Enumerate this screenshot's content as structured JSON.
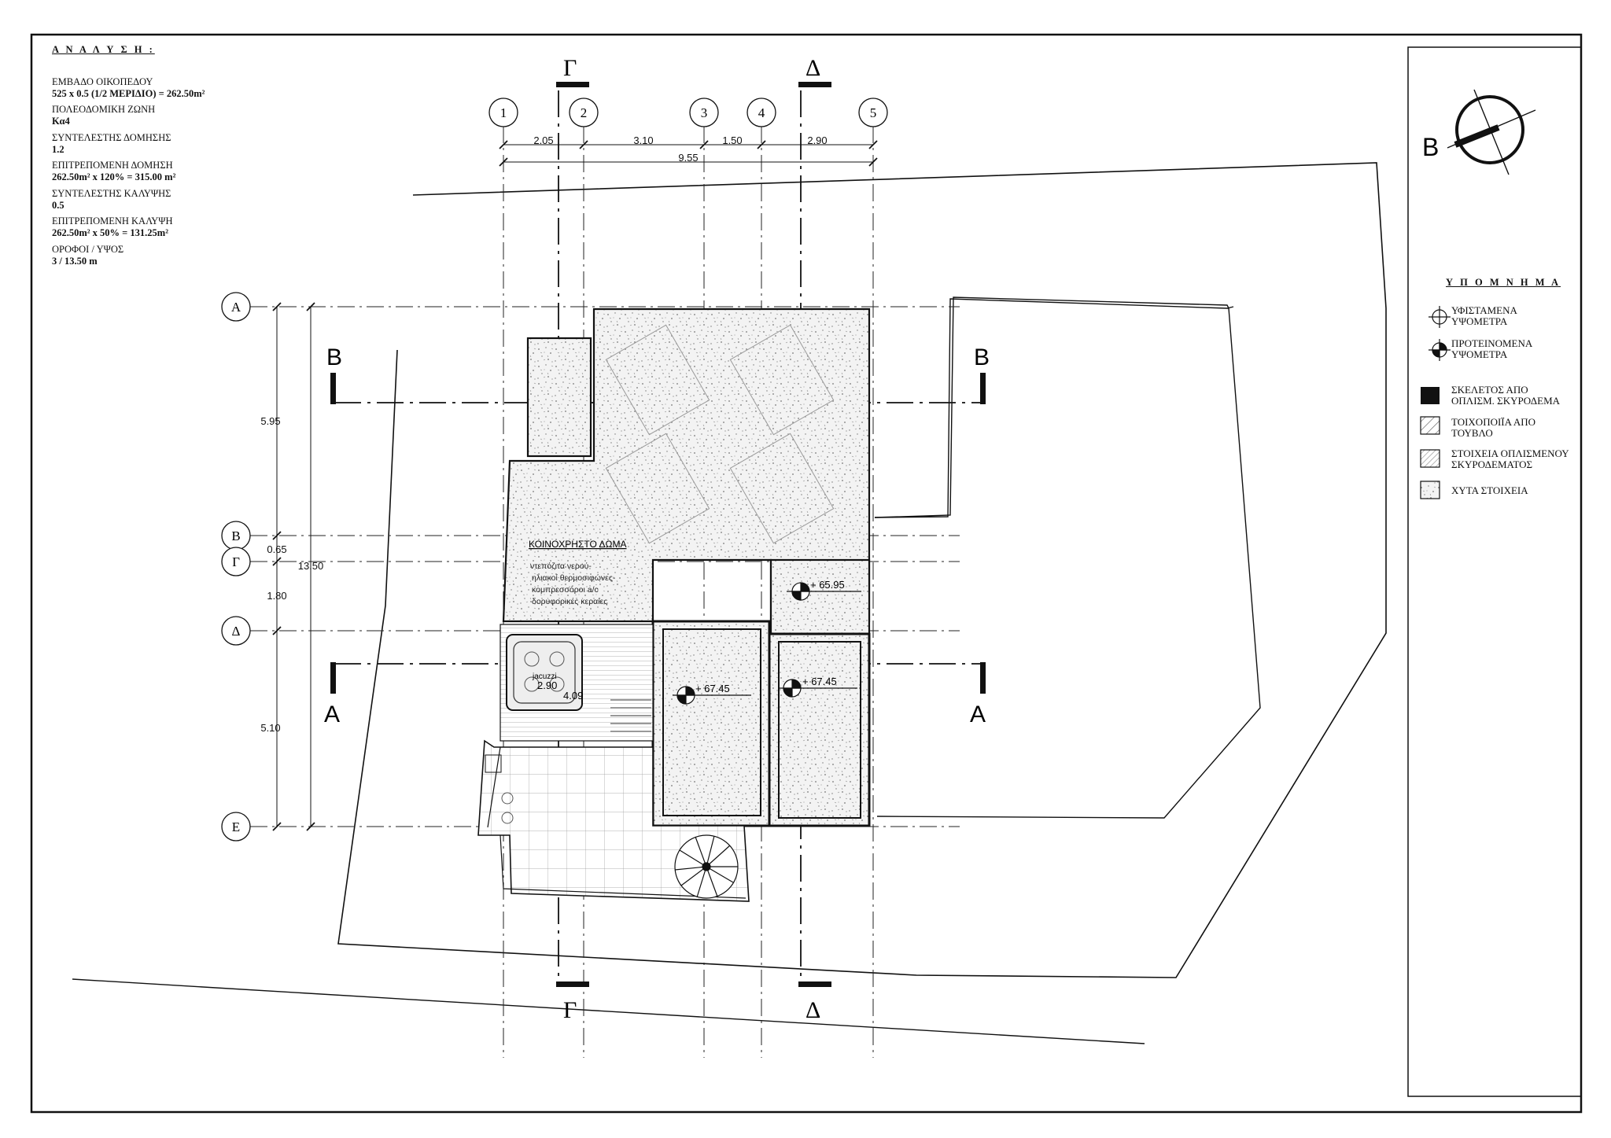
{
  "analysis": {
    "title": "Α Ν Α Λ Υ Σ Η :",
    "items": [
      {
        "label": "ΕΜΒΑΔΟ  ΟΙΚΟΠΕΔΟΥ",
        "value": "525 x 0.5 (1/2 ΜΕΡΙΔΙΟ) = 262.50m²"
      },
      {
        "label": "ΠΟΛΕΟΔΟΜΙΚΗ ΖΩΝΗ",
        "value": "Κα4"
      },
      {
        "label": "ΣΥΝΤΕΛΕΣΤΗΣ ΔΟΜΗΣΗΣ",
        "value": "1.2"
      },
      {
        "label": "ΕΠΙΤΡΕΠΟΜΕΝΗ ΔΟΜΗΣΗ",
        "value": "262.50m² x 120% = 315.00 m²"
      },
      {
        "label": "ΣΥΝΤΕΛΕΣΤΗΣ ΚΑΛΥΨΗΣ",
        "value": "0.5"
      },
      {
        "label": "ΕΠΙΤΡΕΠΟΜΕΝΗ  ΚΑΛΥΨΗ",
        "value": "262.50m² x 50% = 131.25m²"
      },
      {
        "label": "ΟΡΟΦΟΙ / ΥΨΟΣ",
        "value": "3 / 13.50 m"
      }
    ]
  },
  "grid": {
    "columns": [
      "1",
      "2",
      "3",
      "4",
      "5"
    ],
    "rows": [
      "Α",
      "Β",
      "Γ",
      "Δ",
      "Ε"
    ],
    "column_spacings": [
      "2.05",
      "3.10",
      "1.50",
      "2.90"
    ],
    "column_total": "9.55",
    "row_spacings": [
      "5.95",
      "0.65",
      "1.80",
      "5.10"
    ],
    "row_total": "13.50"
  },
  "sections": {
    "vertical_left": "Γ",
    "vertical_right": "Δ",
    "horizontal_top": "Β",
    "horizontal_bottom": "Α"
  },
  "compass": {
    "label": "Β"
  },
  "plan": {
    "roof_title": "ΚΟΙΝΟΧΡΗΣΤΟ ΔΩΜΑ",
    "roof_notes": [
      "ντεπόζιτα νερού-",
      "ηλιακοί θερμοσιφώνες-",
      "κομπρεσσόροι a/c",
      "δορυφορικές κεραίες"
    ],
    "jacuzzi_label": "jacuzzi",
    "dimension_a": "2.90",
    "dimension_b": "4.09",
    "levels": [
      "+ 65.95",
      "+ 67.45",
      "+ 67.45"
    ]
  },
  "legend": {
    "title": "Υ Π Ο Μ Ν Η Μ Α",
    "items": [
      {
        "icon": "existing-level-icon",
        "lines": [
          "ΥΦΙΣΤΑΜΕΝΑ",
          "ΥΨΟΜΕΤΡΑ"
        ]
      },
      {
        "icon": "proposed-level-icon",
        "lines": [
          "ΠΡΟΤΕΙΝΟΜΕΝΑ",
          "ΥΨΟΜΕΤΡΑ"
        ]
      },
      {
        "icon": "concrete-frame-icon",
        "lines": [
          "ΣΚΕΛΕΤΟΣ ΑΠΟ",
          "ΟΠΛΙΣΜ. ΣΚΥΡΟΔΕΜΑ"
        ]
      },
      {
        "icon": "brick-wall-icon",
        "lines": [
          "ΤΟΙΧΟΠΟΙΪΑ ΑΠΟ",
          "ΤΟΥΒΛΟ"
        ]
      },
      {
        "icon": "reinforced-concrete-icon",
        "lines": [
          "ΣΤΟΙΧΕΙΑ ΟΠΛΙΣΜΕΝΟΥ",
          "ΣΚΥΡΟΔΕΜΑΤΟΣ"
        ]
      },
      {
        "icon": "cast-elements-icon",
        "lines": [
          "ΧΥΤΑ ΣΤΟΙΧΕΙΑ"
        ]
      }
    ]
  },
  "colors": {
    "line": "#111111",
    "hatch": "#555555",
    "speckle": "#777777"
  }
}
